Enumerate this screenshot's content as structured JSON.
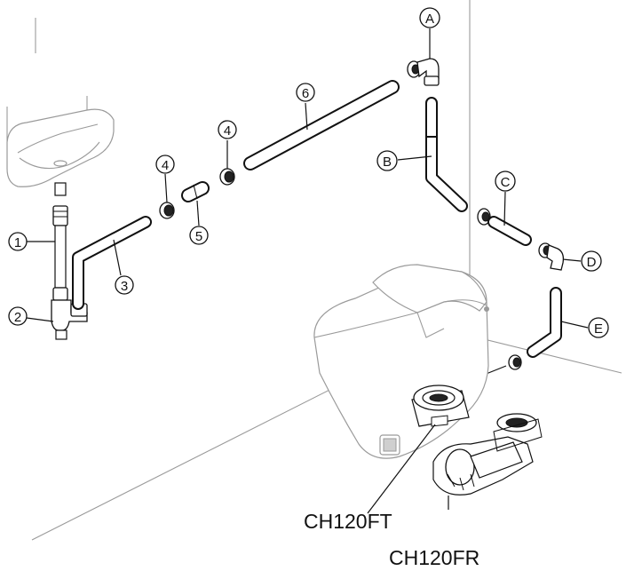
{
  "callouts": {
    "c1": "1",
    "c2": "2",
    "c3": "3",
    "c4a": "4",
    "c4b": "4",
    "c5": "5",
    "c6": "6",
    "cA": "A",
    "cB": "B",
    "cC": "C",
    "cD": "D",
    "cE": "E"
  },
  "model_labels": {
    "ft": "CH120FT",
    "fr": "CH120FR"
  },
  "colors": {
    "line": "#111111",
    "toilet_outline": "#9a9a9a",
    "background": "#ffffff"
  }
}
